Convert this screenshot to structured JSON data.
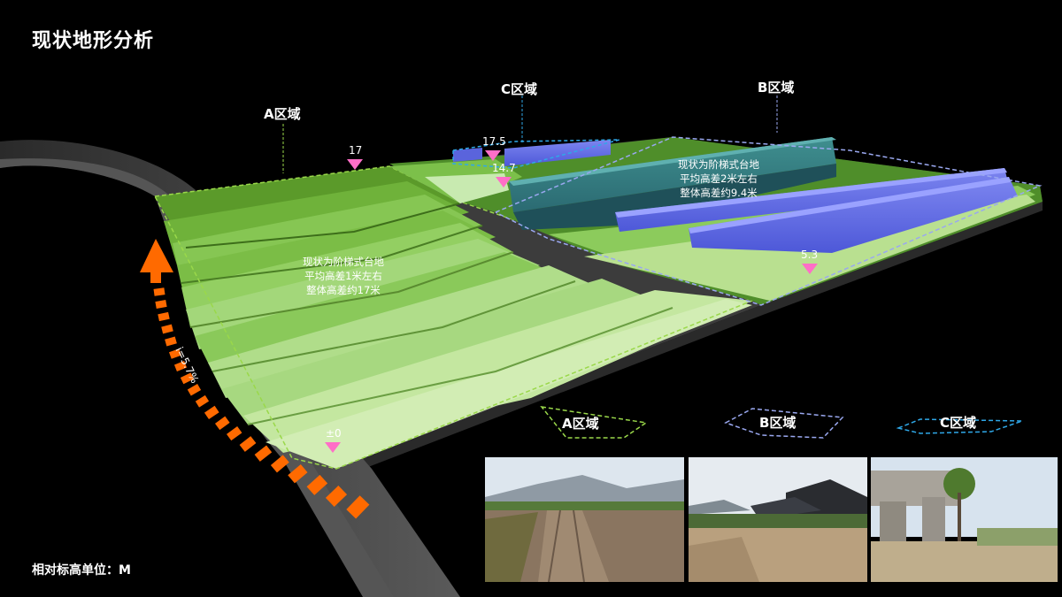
{
  "title": "现状地形分析",
  "zones": {
    "a": "A区域",
    "b": "B区域",
    "c": "C区域"
  },
  "elevations": {
    "a_top": "17",
    "c_top": "17.5",
    "c_low": "14.7",
    "b_low": "5.3",
    "base": "±0"
  },
  "notes": {
    "a": [
      "现状为阶梯式台地",
      "平均高差1米左右",
      "整体高差约17米"
    ],
    "b": [
      "现状为阶梯式台地",
      "平均高差2米左右",
      "整体高差约9.4米"
    ]
  },
  "slope_label": "i=5.7%",
  "unit_label": "相对标高单位：M",
  "legend": {
    "a": "A区域",
    "b": "B区域",
    "c": "C区域"
  },
  "photos": [
    {
      "caption": ""
    },
    {
      "caption": ""
    },
    {
      "caption": ""
    }
  ],
  "colors": {
    "zone_a_border": "#9ad84a",
    "zone_b_border": "#9aa8f0",
    "zone_c_border": "#2fa8e8",
    "marker": "#ff6ec7",
    "arrow": "#ff6a00",
    "road": "#444444"
  }
}
